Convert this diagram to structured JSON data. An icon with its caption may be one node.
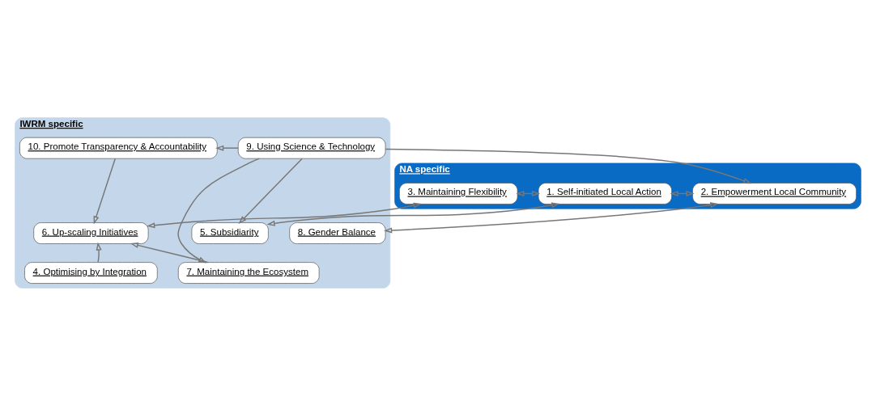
{
  "diagram": {
    "nodes": [
      {
        "text": [
          "NA specific"
        ]
      },
      {
        "text": [
          "1. Self-initiated Local Action"
        ],
        "in": 0
      },
      {
        "text": [
          "2. Empowerment Local Community"
        ],
        "in": 0
      },
      {
        "text": [
          "3. Maintaining Flexibility"
        ],
        "in": 0
      },
      {
        "text": [
          "IWRM specific"
        ]
      },
      {
        "text": [
          "5. Subsidiarity"
        ],
        "in": 4
      },
      {
        "text": [
          "8. Gender Balance"
        ],
        "in": 4
      },
      {
        "text": [
          "6. Up-scaling Initiatives"
        ],
        "in": 4
      },
      {
        "text": [
          "7. Maintaining the Ecosystem"
        ],
        "in": 4
      },
      {
        "text": [
          "4. Optimising by Integration"
        ],
        "in": 4
      },
      {
        "text": [
          "9. Using Science & Technology"
        ],
        "in": 4
      },
      {
        "text": [
          "10. Promote Transparency & Accountability"
        ],
        "in": 4
      }
    ],
    "edges": [
      {
        "from": 1,
        "to": 3,
        "arrow": "both"
      },
      {
        "from": 1,
        "to": 2,
        "arrow": "both"
      },
      {
        "from": 1,
        "to": 5,
        "arrow": "both"
      },
      {
        "from": 2,
        "to": 6,
        "arrow": "both"
      },
      {
        "from": 3,
        "to": 7,
        "arrow": "both"
      },
      {
        "from": 10,
        "to": 5,
        "arrow": "to"
      },
      {
        "from": 10,
        "to": 2,
        "arrow": "to"
      },
      {
        "from": 10,
        "to": 8,
        "arrow": "to"
      },
      {
        "from": 10,
        "to": 11,
        "arrow": "to"
      },
      {
        "from": 8,
        "to": 7,
        "arrow": "to"
      },
      {
        "from": 11,
        "to": 7,
        "arrow": "to"
      },
      {
        "from": 9,
        "to": 7,
        "arrow": "to"
      }
    ]
  }
}
